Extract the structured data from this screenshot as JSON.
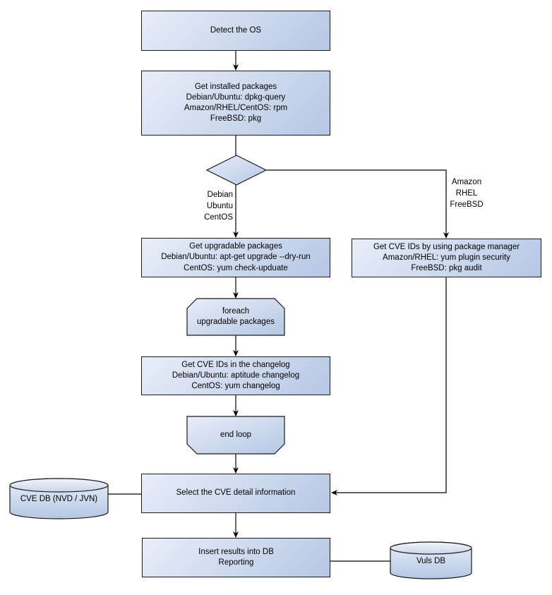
{
  "colors": {
    "background": "#ffffff",
    "node_fill_light": "#e9eef9",
    "node_fill_dark": "#b5c7e4",
    "border": "#1a1a1a",
    "connector": "#000000",
    "text": "#000000"
  },
  "nodes": {
    "detect_os": {
      "label": "Detect the OS"
    },
    "get_installed": {
      "label": "Get installed packages\nDebian/Ubuntu: dpkg-query\nAmazon/RHEL/CentOS: rpm\nFreeBSD: pkg"
    },
    "get_upgradable": {
      "label": "Get upgradable packages\nDebian/Ubuntu: apt-get upgrade --dry-run\nCentOS: yum check-upduate"
    },
    "get_cve_pkg_mgr": {
      "label": "Get CVE IDs by using package manager\nAmazon/RHEL: yum plugin security\nFreeBSD: pkg audit"
    },
    "foreach_loop": {
      "label": "foreach\nupgradable packages"
    },
    "get_cve_changelog": {
      "label": "Get CVE IDs in the changelog\nDebian/Ubuntu: aptitude changelog\nCentOS: yum changelog"
    },
    "end_loop": {
      "label": "end loop"
    },
    "select_cve": {
      "label": "Select the CVE detail information"
    },
    "cve_db": {
      "label": "CVE DB (NVD / JVN)"
    },
    "insert_results": {
      "label": "Insert results into DB\nReporting"
    },
    "vuls_db": {
      "label": "Vuls DB"
    }
  },
  "edge_labels": {
    "left_branch": "Debian\nUbuntu\nCentOS",
    "right_branch": "Amazon\nRHEL\nFreeBSD"
  }
}
